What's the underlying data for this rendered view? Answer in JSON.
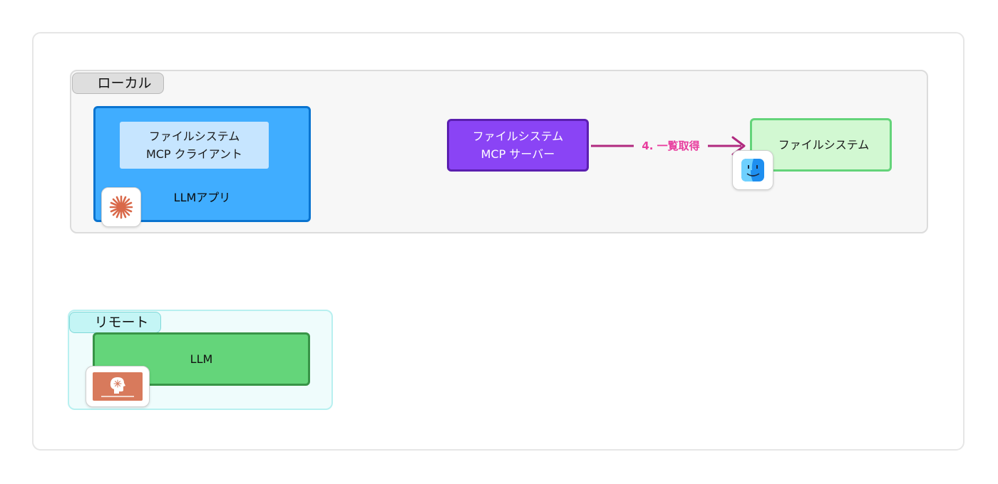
{
  "groups": {
    "local": {
      "label": "ローカル"
    },
    "remote": {
      "label": "リモート"
    }
  },
  "nodes": {
    "llm_app": {
      "label": "LLMアプリ"
    },
    "mcp_client": {
      "line1": "ファイルシステム",
      "line2": "MCP クライアント"
    },
    "mcp_server": {
      "line1": "ファイルシステム",
      "line2": "MCP サーバー"
    },
    "filesystem": {
      "label": "ファイルシステム"
    },
    "llm": {
      "label": "LLM"
    }
  },
  "edges": {
    "server_to_fs": {
      "label": "4. 一覧取得",
      "color": "#b0297f"
    }
  },
  "icons": {
    "llm_app_badge": "claude-icon",
    "filesystem_badge": "finder-icon",
    "llm_badge": "claude-sonnet-icon"
  },
  "colors": {
    "llm_app_fill": "#40adff",
    "mcp_server_fill": "#8a44f5",
    "filesystem_fill": "#d2f8d2",
    "llm_fill": "#64d57a",
    "edge_label": "#e83d9e"
  }
}
